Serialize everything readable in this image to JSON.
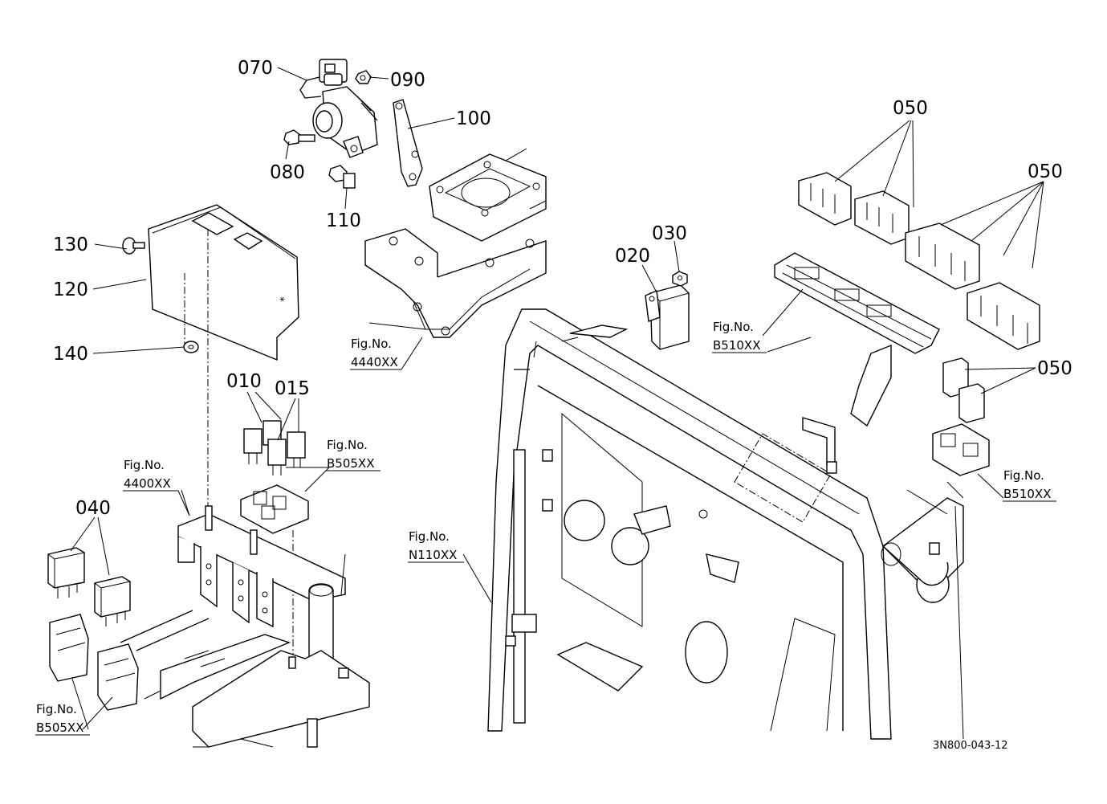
{
  "callouts": {
    "c070": "070",
    "c090": "090",
    "c100": "100",
    "c080": "080",
    "c110": "110",
    "c130": "130",
    "c120": "120",
    "c140": "140",
    "c010": "010",
    "c015": "015",
    "c040": "040",
    "c020": "020",
    "c030": "030",
    "c050a": "050",
    "c050b": "050",
    "c050c": "050"
  },
  "figure_refs": {
    "fig_label": "Fig.No.",
    "r4440": "4440XX",
    "r4400": "4400XX",
    "rB505_a": "B505XX",
    "rB505_b": "B505XX",
    "rN110": "N110XX",
    "rB510_a": "B510XX",
    "rB510_b": "B510XX"
  },
  "drawing_code": "3N800-043-12"
}
